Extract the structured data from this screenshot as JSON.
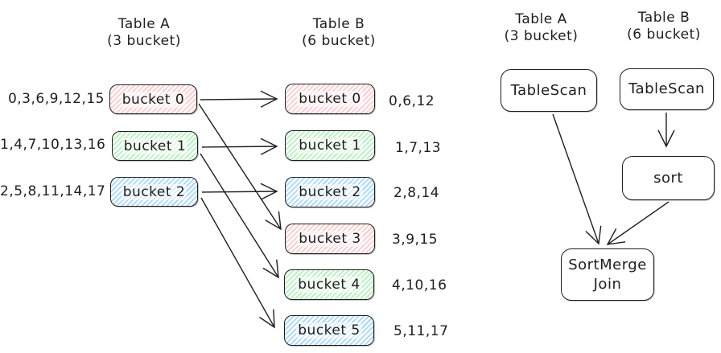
{
  "colors": {
    "red": "#ffc9c9",
    "green": "#b2f2bb",
    "blue": "#a5d8ff",
    "stroke": "#1e1e1e",
    "background": "#ffffff"
  },
  "left_diagram": {
    "table_a": {
      "title": "Table A",
      "subtitle": "(3 bucket)",
      "buckets": [
        {
          "label": "bucket 0",
          "values": "0,3,6,9,12,15",
          "color": "red"
        },
        {
          "label": "bucket 1",
          "values": "1,4,7,10,13,16",
          "color": "green"
        },
        {
          "label": "bucket 2",
          "values": "2,5,8,11,14,17",
          "color": "blue"
        }
      ]
    },
    "table_b": {
      "title": "Table B",
      "subtitle": "(6 bucket)",
      "buckets": [
        {
          "label": "bucket 0",
          "values": "0,6,12",
          "color": "red"
        },
        {
          "label": "bucket 1",
          "values": "1,7,13",
          "color": "green"
        },
        {
          "label": "bucket 2",
          "values": "2,8,14",
          "color": "blue"
        },
        {
          "label": "bucket 3",
          "values": "3,9,15",
          "color": "red"
        },
        {
          "label": "bucket 4",
          "values": "4,10,16",
          "color": "green"
        },
        {
          "label": "bucket 5",
          "values": "5,11,17",
          "color": "blue"
        }
      ]
    },
    "mappings": [
      {
        "from": "A bucket 0",
        "to": "B bucket 0"
      },
      {
        "from": "A bucket 0",
        "to": "B bucket 3"
      },
      {
        "from": "A bucket 1",
        "to": "B bucket 1"
      },
      {
        "from": "A bucket 1",
        "to": "B bucket 4"
      },
      {
        "from": "A bucket 2",
        "to": "B bucket 2"
      },
      {
        "from": "A bucket 2",
        "to": "B bucket 5"
      }
    ]
  },
  "right_diagram": {
    "table_a": {
      "title": "Table A",
      "subtitle": "(3 bucket)"
    },
    "table_b": {
      "title": "Table B",
      "subtitle": "(6 bucket)"
    },
    "nodes": {
      "tablescan_a": "TableScan",
      "tablescan_b": "TableScan",
      "sort": "sort",
      "join_line1": "SortMerge",
      "join_line2": "Join"
    }
  }
}
